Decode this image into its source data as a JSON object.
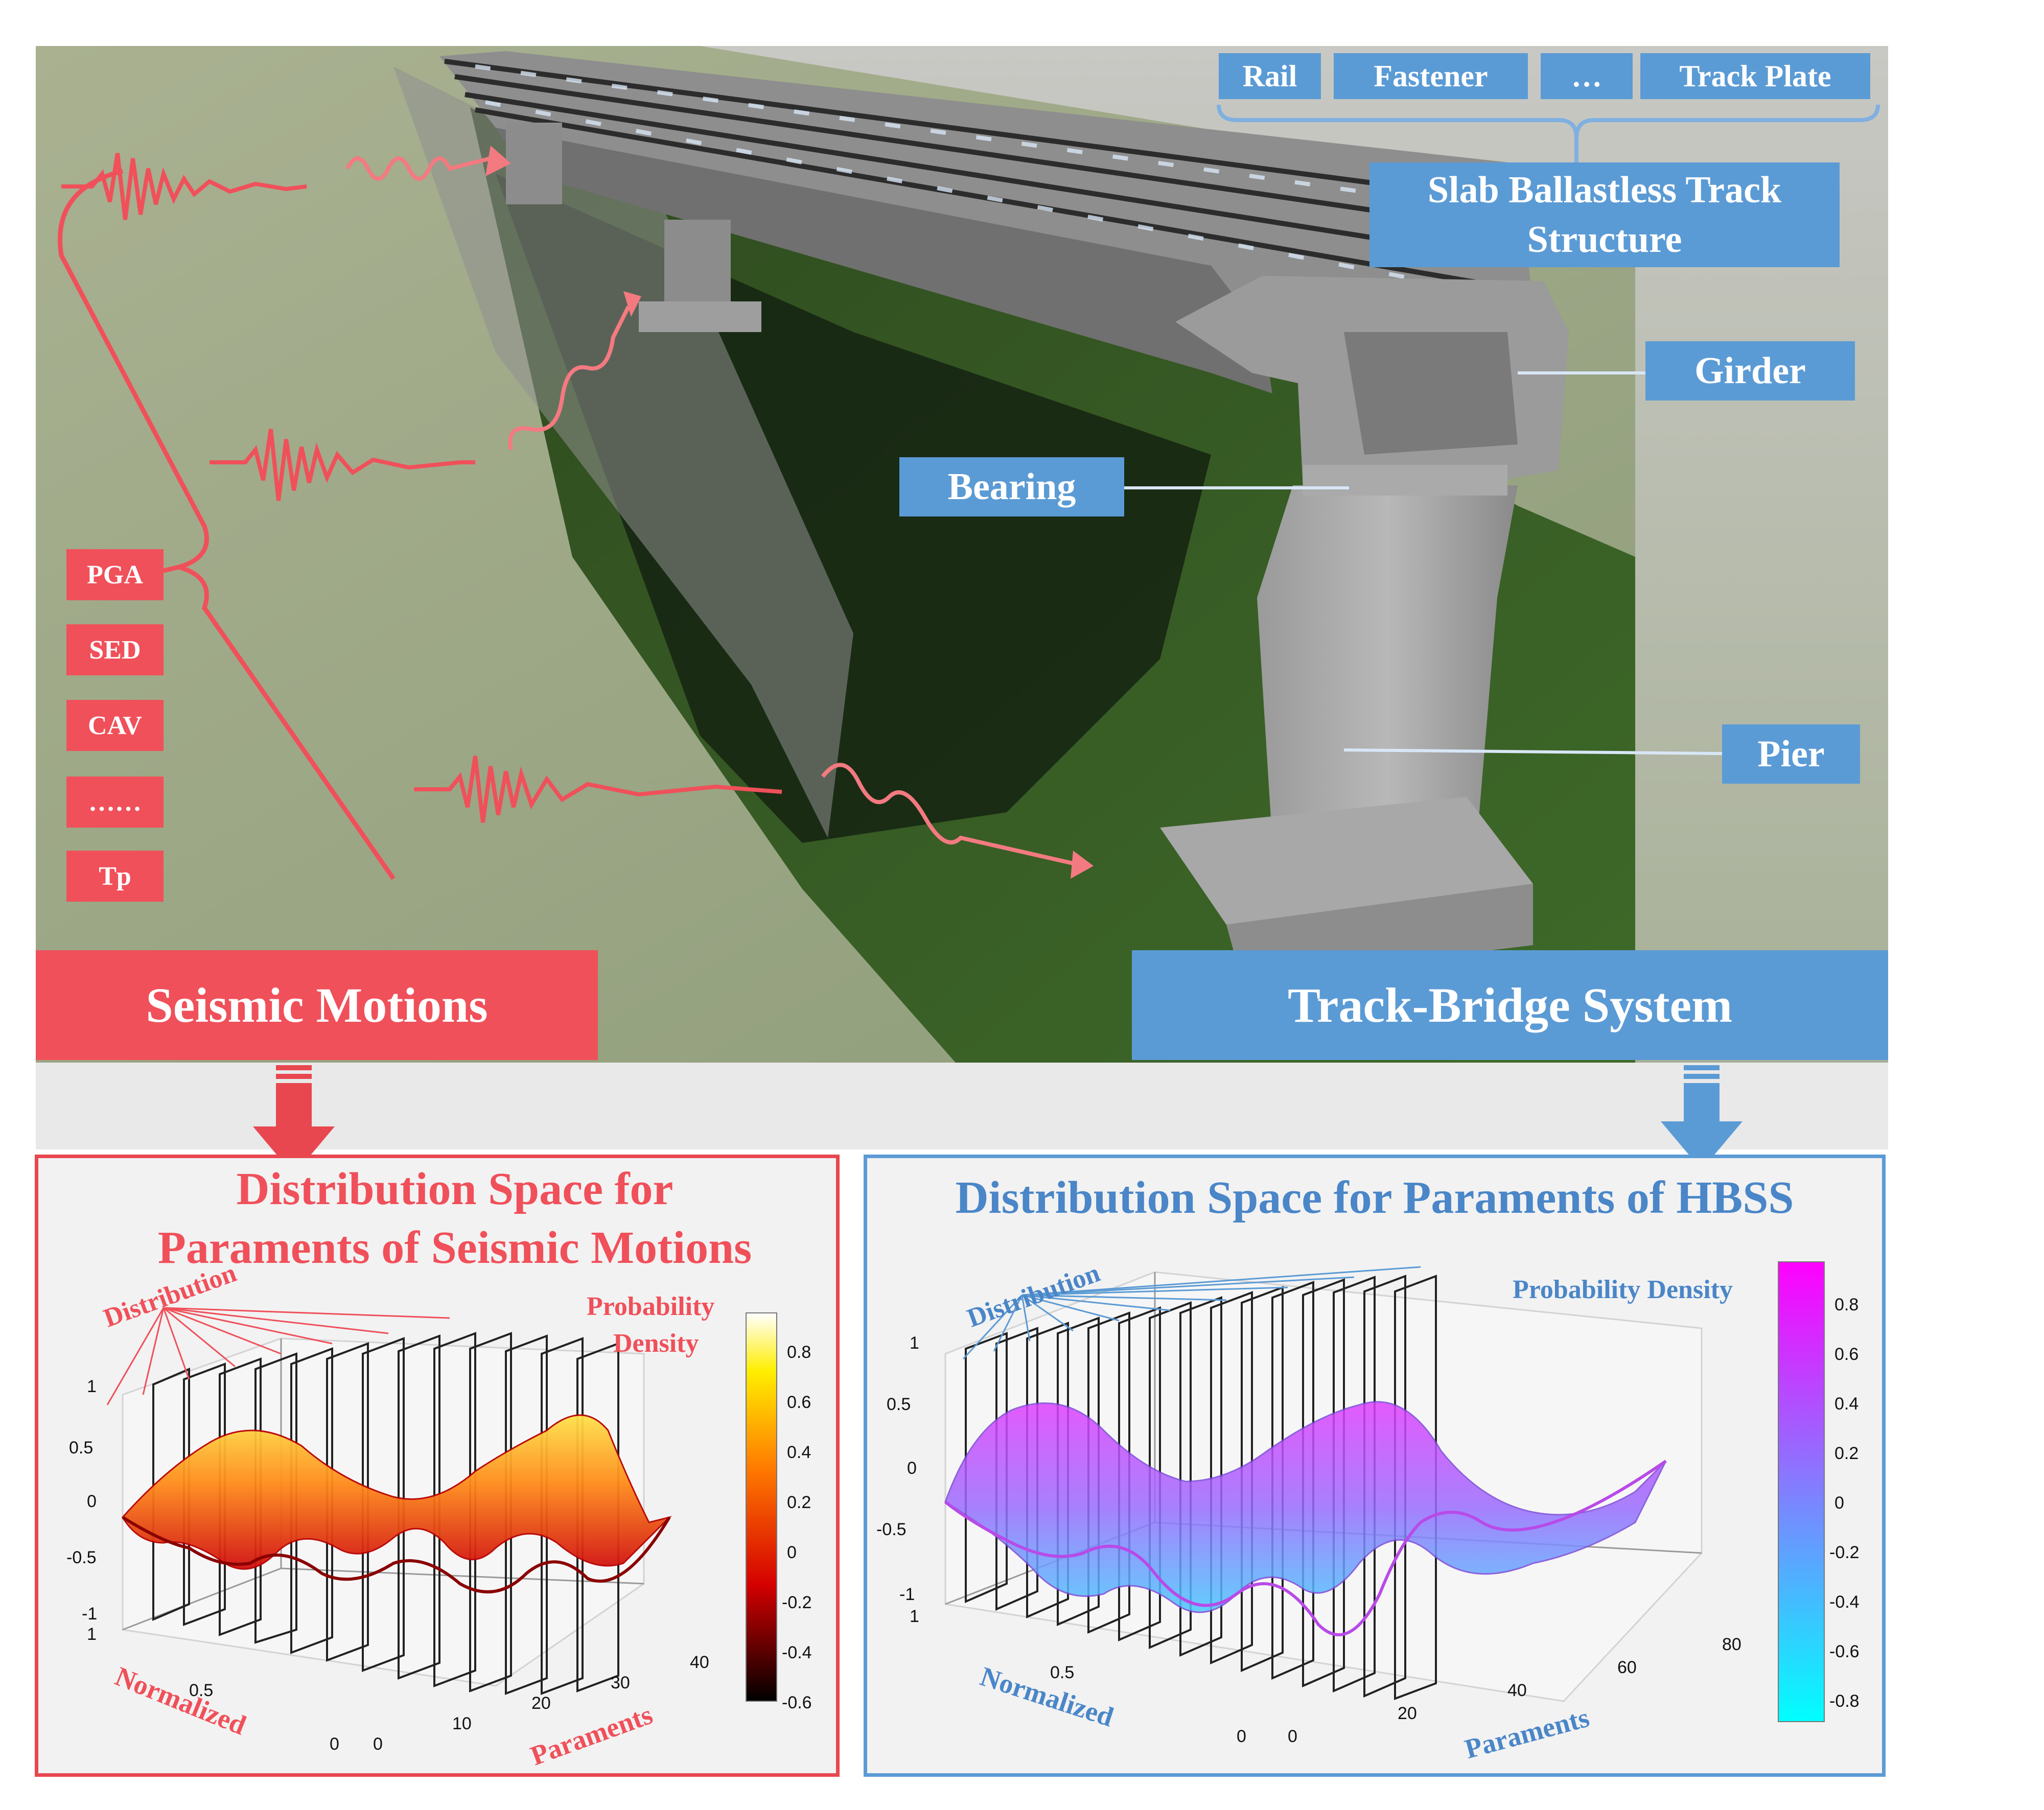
{
  "track_components": [
    "Rail",
    "Fastener",
    "…",
    "Track Plate"
  ],
  "structure_labels": {
    "track": "Slab Ballastless Track Structure",
    "girder": "Girder",
    "bearing": "Bearing",
    "pier": "Pier"
  },
  "intensity_measures": [
    "PGA",
    "SED",
    "CAV",
    "……",
    "Tp"
  ],
  "banners": {
    "seismic": "Seismic Motions",
    "bridge": "Track-Bridge System"
  },
  "left_panel": {
    "title_line1": "Distribution Space for",
    "title_line2": "Paraments of  Seismic Motions",
    "distribution_label": "Distribution",
    "density_label_line1": "Probability",
    "density_label_line2": "Density",
    "x_label": "Normalized",
    "y_label": "Paraments",
    "z_ticks": [
      "1",
      "0.5",
      "0",
      "-0.5",
      "-1"
    ],
    "x_ticks": [
      "1",
      "0.5",
      "0"
    ],
    "y_ticks": [
      "0",
      "10",
      "20",
      "30",
      "40"
    ],
    "colorbar_ticks": [
      "0.8",
      "0.6",
      "0.4",
      "0.2",
      "0",
      "-0.2",
      "-0.4",
      "-0.6"
    ],
    "colors": {
      "border": "#e8474f",
      "text": "#f0505a"
    }
  },
  "right_panel": {
    "title": "Distribution Space for Paraments of HBSS",
    "distribution_label": "Distribution",
    "density_label": "Probability Density",
    "x_label": "Normalized",
    "y_label": "Paraments",
    "z_ticks": [
      "1",
      "0.5",
      "0",
      "-0.5",
      "-1"
    ],
    "x_ticks": [
      "1",
      "0.5",
      "0"
    ],
    "y_ticks": [
      "0",
      "20",
      "40",
      "60",
      "80"
    ],
    "colorbar_ticks": [
      "0.8",
      "0.6",
      "0.4",
      "0.2",
      "0",
      "-0.2",
      "-0.4",
      "-0.6",
      "-0.8"
    ],
    "colors": {
      "border": "#5b9bd5",
      "text": "#4a86c8"
    }
  },
  "colors": {
    "red": "#f0505a",
    "blue": "#5b9bd5"
  }
}
